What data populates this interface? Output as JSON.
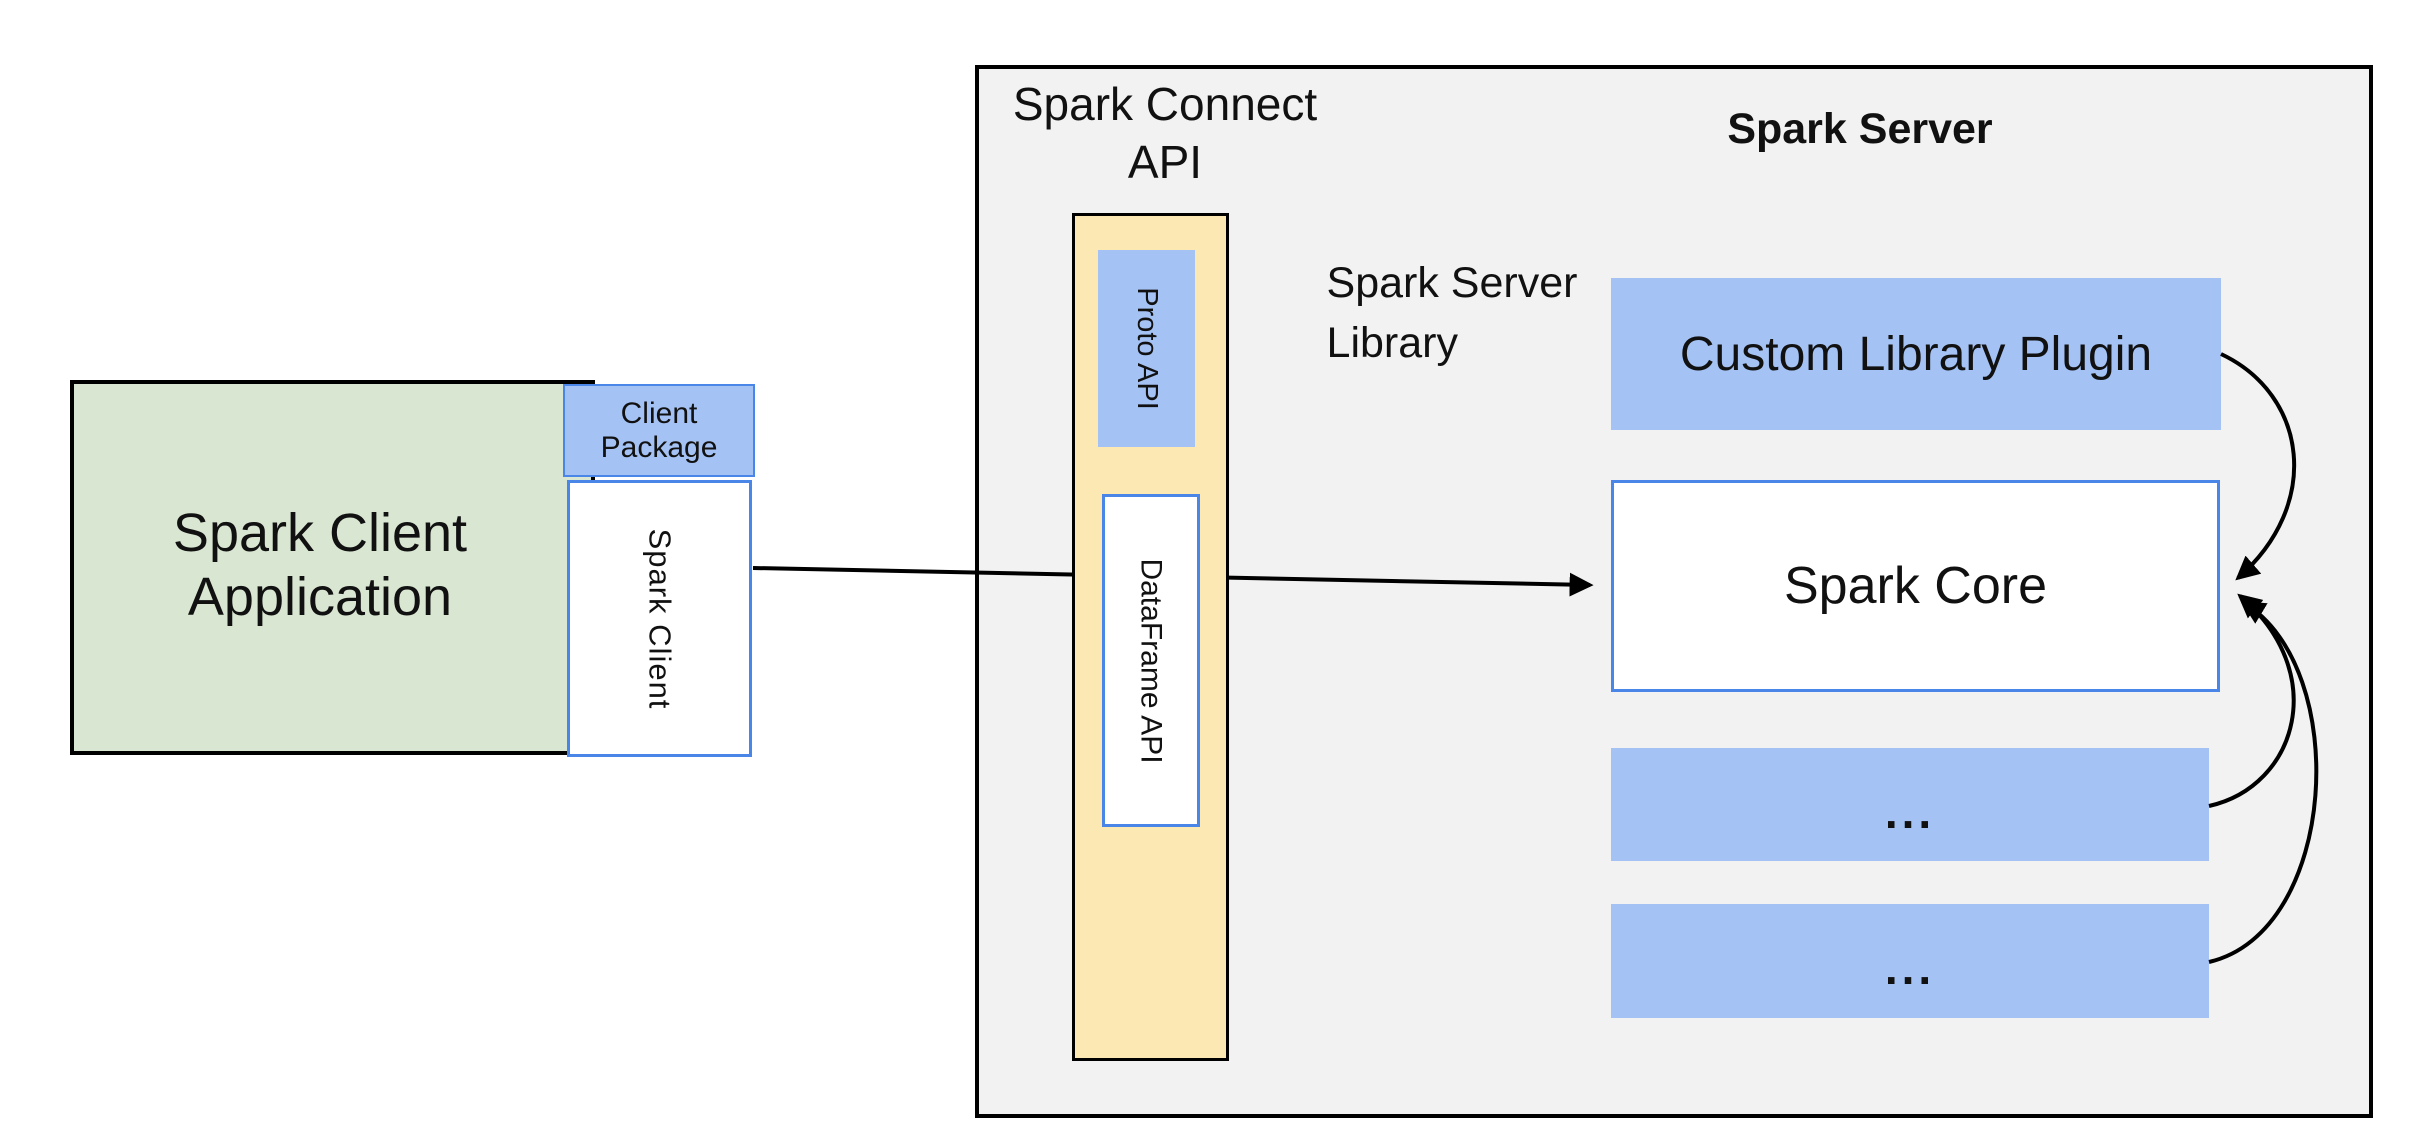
{
  "colors": {
    "green_fill": "#d9e6d2",
    "blue_fill": "#a4c2f4",
    "yellow_fill": "#fce8b2",
    "gray_fill": "#f2f2f2",
    "blue_border": "#4a86e8",
    "line_color": "#000000"
  },
  "client": {
    "application_label": "Spark Client\nApplication",
    "package_label": "Client\nPackage",
    "spark_client_label": "Spark Client"
  },
  "connect": {
    "api_label": "Spark Connect\nAPI",
    "proto_api_label": "Proto  API",
    "dataframe_api_label": "DataFrame API",
    "server_library_label": "Spark Server\nLibrary"
  },
  "server": {
    "title": "Spark Server",
    "plugin_label": "Custom Library Plugin",
    "core_label": "Spark Core",
    "dots_row_1_label": "...",
    "dots_row_2_label": "..."
  }
}
